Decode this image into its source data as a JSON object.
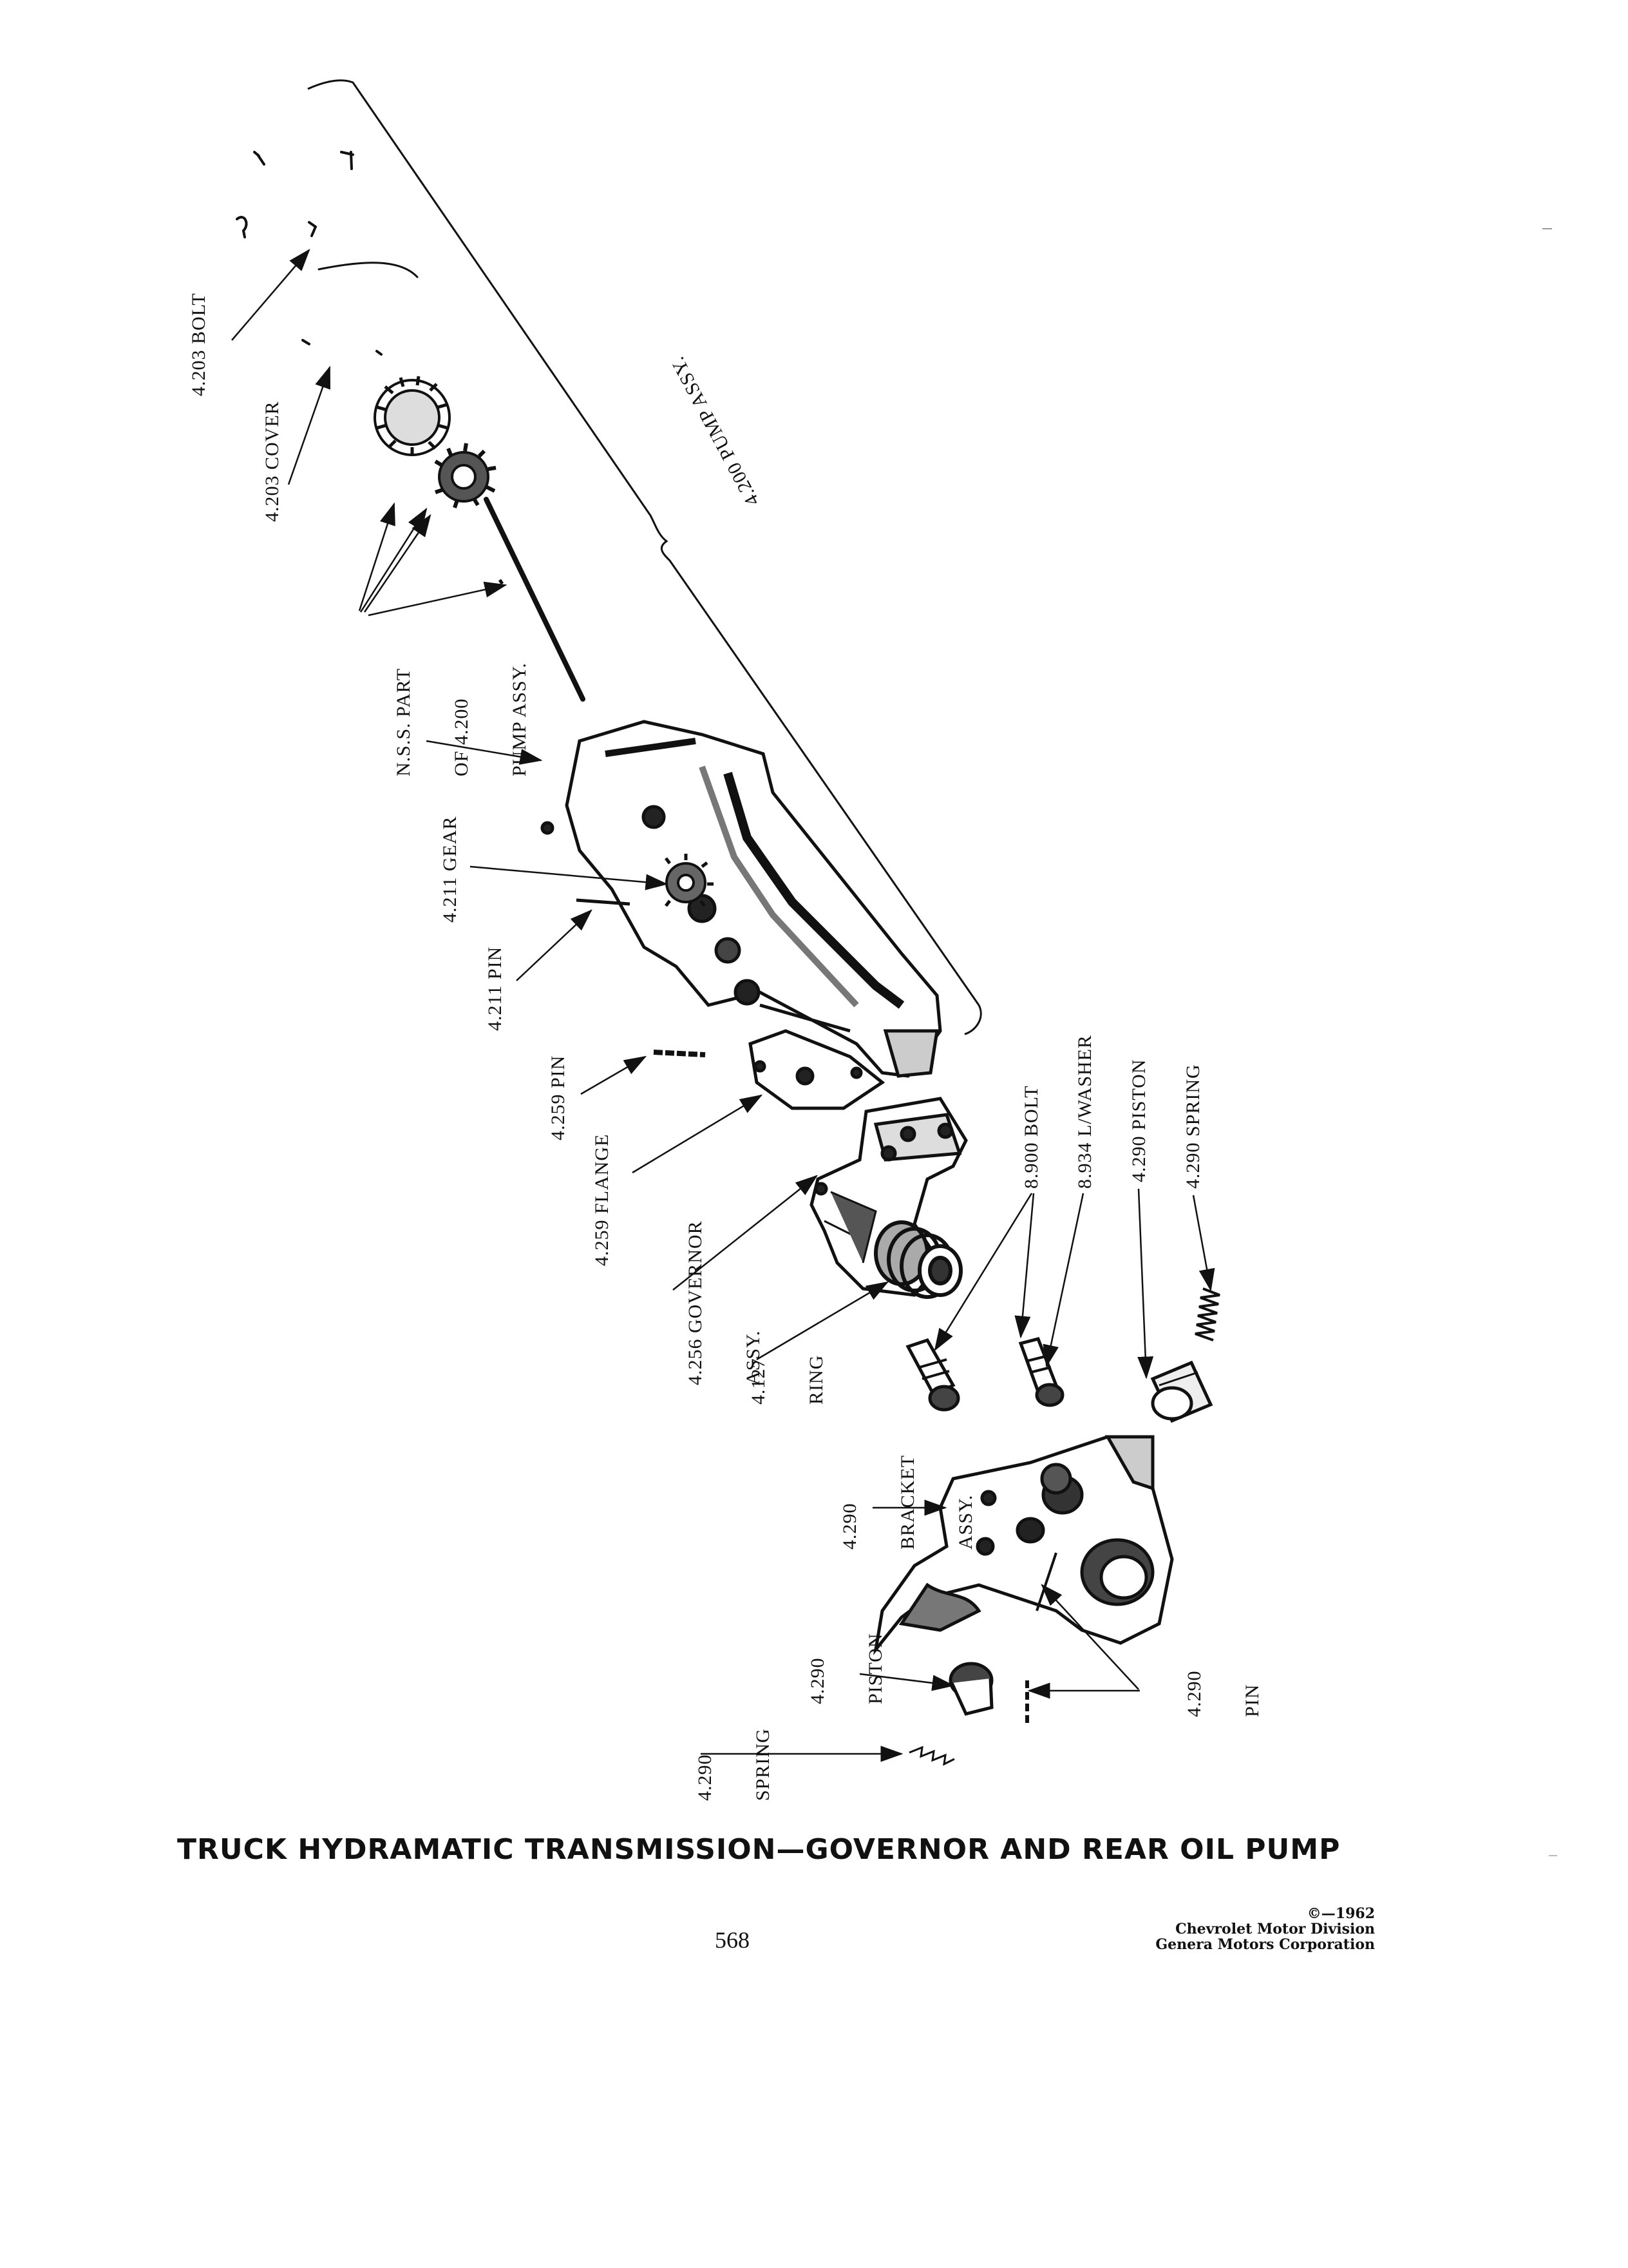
{
  "labels": {
    "bolt_4203": "4.203 BOLT",
    "cover_4203": "4.203 COVER",
    "nss_line1": "N.S.S. PART",
    "nss_line2": "OF 4.200",
    "nss_line3": "PUMP ASSY.",
    "pump_assy_4200": "4.200 PUMP ASSY.",
    "gear_4211": "4.211 GEAR",
    "pin_4211": "4.211 PIN",
    "pin_4259": "4.259 PIN",
    "flange_4259": "4.259 FLANGE",
    "governor_line1": "4.256 GOVERNOR",
    "governor_line2": "ASSY.",
    "ring_line1": "4.127",
    "ring_line2": "RING",
    "bolt_8900": "8.900 BOLT",
    "washer_8934": "8.934 L/WASHER",
    "piston_4290_top": "4.290 PISTON",
    "spring_4290_top": "4.290 SPRING",
    "bracket_line1": "4.290",
    "bracket_line2": "BRACKET",
    "bracket_line3": "ASSY.",
    "piston_4290_line1": "4.290",
    "piston_4290_line2": "PISTON",
    "pin_4290_line1": "4.290",
    "pin_4290_line2": "PIN",
    "spring_4290_line1": "4.290",
    "spring_4290_line2": "SPRING"
  },
  "caption": "TRUCK HYDRAMATIC TRANSMISSION—GOVERNOR AND REAR OIL PUMP",
  "page_number": "568",
  "copyright": {
    "line1": "©—1962",
    "line2": "Chevrolet Motor Division",
    "line3": "Genera Motors Corporation"
  }
}
